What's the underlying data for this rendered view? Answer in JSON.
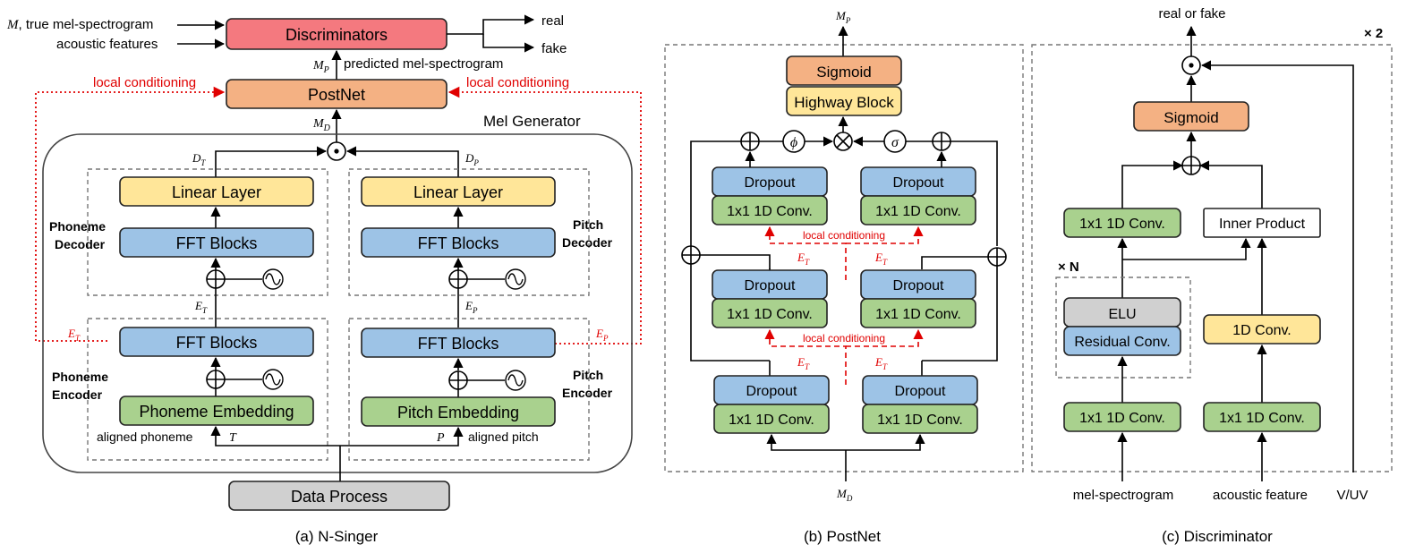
{
  "colors": {
    "discriminator": "#f4797f",
    "postnet": "#f4b183",
    "linear": "#ffe699",
    "fft": "#9dc3e6",
    "embedding": "#a9d18e",
    "gray": "#d0d0d0",
    "red": "#e00000"
  },
  "a": {
    "caption": "(a) N-Singer",
    "in_true": ", true mel-spectrogram",
    "in_true_var": "M",
    "in_acoustic": "acoustic features",
    "discriminators": "Discriminators",
    "real": "real",
    "fake": "fake",
    "mp": "M",
    "mp_sub": "P",
    "predicted": "predicted mel-spectrogram",
    "local_left": "local conditioning",
    "local_right": "local conditioning",
    "postnet": "PostNet",
    "md": "M",
    "md_sub": "D",
    "mel_generator": "Mel Generator",
    "dt": "D",
    "dt_sub": "T",
    "dp": "D",
    "dp_sub": "P",
    "linear_left": "Linear Layer",
    "linear_right": "Linear Layer",
    "phoneme_decoder_1": "Phoneme",
    "phoneme_decoder_2": "Decoder",
    "pitch_decoder_1": "Pitch",
    "pitch_decoder_2": "Decoder",
    "fft_dec_left": "FFT Blocks",
    "fft_dec_right": "FFT Blocks",
    "et": "E",
    "et_sub": "T",
    "ep": "E",
    "ep_sub": "P",
    "fft_enc_left": "FFT Blocks",
    "fft_enc_right": "FFT Blocks",
    "phoneme_encoder_1": "Phoneme",
    "phoneme_encoder_2": "Encoder",
    "pitch_encoder_1": "Pitch",
    "pitch_encoder_2": "Encoder",
    "phoneme_embedding": "Phoneme Embedding",
    "pitch_embedding": "Pitch Embedding",
    "aligned_phoneme": "aligned phoneme",
    "t_var": "T",
    "p_var": "P",
    "aligned_pitch": "aligned pitch",
    "data_process": "Data Process"
  },
  "b": {
    "caption": "(b) PostNet",
    "mp": "M",
    "mp_sub": "P",
    "sigmoid": "Sigmoid",
    "highway": "Highway Block",
    "phi": "ϕ",
    "sigma": "σ",
    "dropout": "Dropout",
    "conv": "1x1 1D Conv.",
    "local": "local conditioning",
    "et": "E",
    "et_sub": "T",
    "md": "M",
    "md_sub": "D"
  },
  "c": {
    "caption": "(c) Discriminator",
    "real_or_fake": "real or fake",
    "times2": "× 2",
    "sigmoid": "Sigmoid",
    "conv": "1x1 1D Conv.",
    "inner_product": "Inner Product",
    "timesN": "× N",
    "elu": "ELU",
    "residual": "Residual Conv.",
    "conv1d": "1D Conv.",
    "mel_spectrogram": "mel-spectrogram",
    "acoustic_feature": "acoustic feature",
    "vuv": "V/UV"
  }
}
